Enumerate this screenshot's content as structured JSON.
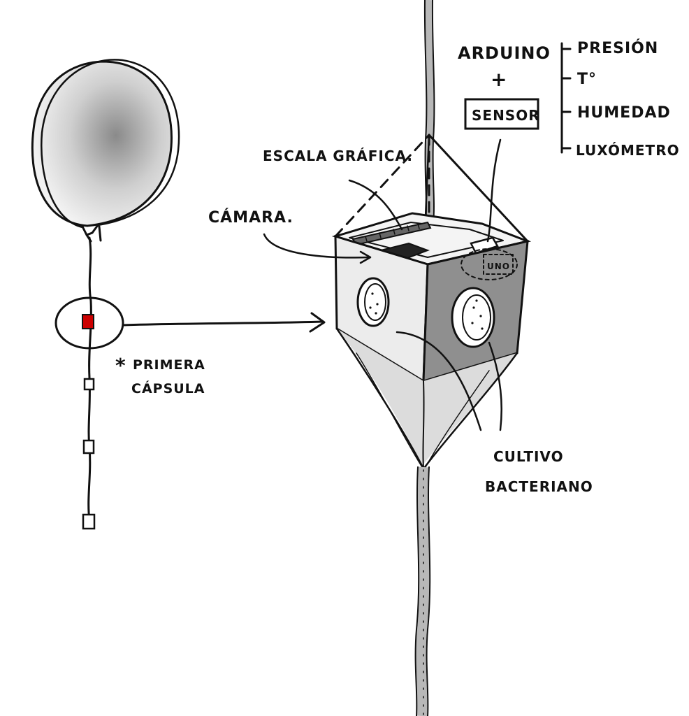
{
  "labels": {
    "arduino": "ARDUINO",
    "plus": "+",
    "sensor": "SENSOR",
    "presion": "PRESIÓN",
    "temp": "T°",
    "humedad": "HUMEDAD",
    "luxometro": "LUXÓMETRO",
    "escala": "ESCALA GRÁFICA.",
    "camara": "CÁMARA.",
    "uno": "UNO",
    "asterisk": "*",
    "primera": "PRIMERA",
    "capsula": "CÁPSULA",
    "cultivo": "CULTIVO",
    "bacteriano": "BACTERIANO"
  },
  "colors": {
    "ink": "#111111",
    "highlight": "#cc0000",
    "gray_face": "#8f8f8f",
    "light_face": "#ececec",
    "rope": "#b8b8b8"
  }
}
